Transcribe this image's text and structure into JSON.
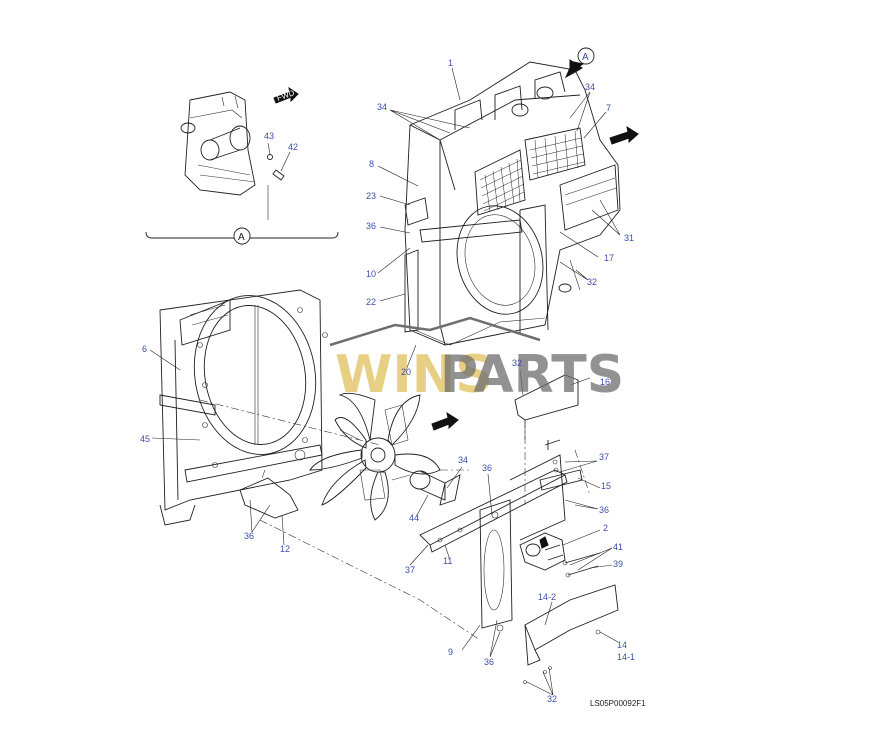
{
  "drawing_code": "LS05P00092F1",
  "view_marker": "A",
  "watermark": {
    "left": "WINS",
    "right": "PARTS",
    "color_left": "#e0c15a",
    "color_right": "#6e6e6e"
  },
  "fwd_label": "FWD",
  "callouts": {
    "c1": "1",
    "c2": "2",
    "c6": "6",
    "c7": "7",
    "c8": "8",
    "c9": "9",
    "c10": "10",
    "c11": "11",
    "c12": "12",
    "c14": "14",
    "c14_1": "14-1",
    "c14_2": "14-2",
    "c15": "15",
    "c16": "16",
    "c17": "17",
    "c20": "20",
    "c22": "22",
    "c23": "23",
    "c31": "31",
    "c32a": "32",
    "c32b": "32",
    "c32c": "32",
    "c34a": "34",
    "c34b": "34",
    "c34c": "34",
    "c36a": "36",
    "c36b": "36",
    "c36c": "36",
    "c36d": "36",
    "c36e": "36",
    "c37a": "37",
    "c37b": "37",
    "c39": "39",
    "c41": "41",
    "c42": "42",
    "c43": "43",
    "c44": "44",
    "c45": "45"
  }
}
